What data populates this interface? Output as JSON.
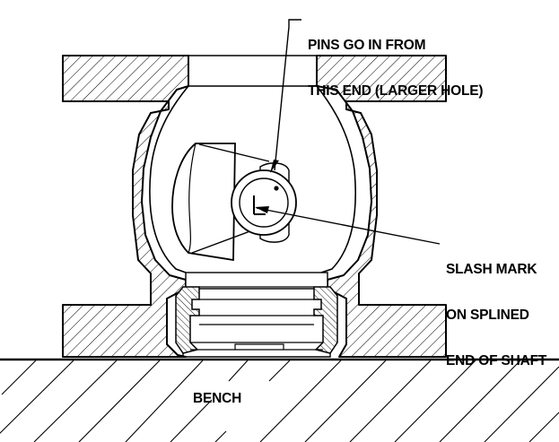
{
  "callouts": {
    "pins": [
      "PINS GO IN FROM",
      "THIS END (LARGER HOLE)"
    ],
    "slash": [
      "SLASH MARK",
      "ON SPLINED",
      "END OF SHAFT"
    ]
  },
  "surface": {
    "label": "BENCH"
  },
  "colors": {
    "ink": "#000000",
    "paper": "#ffffff"
  }
}
